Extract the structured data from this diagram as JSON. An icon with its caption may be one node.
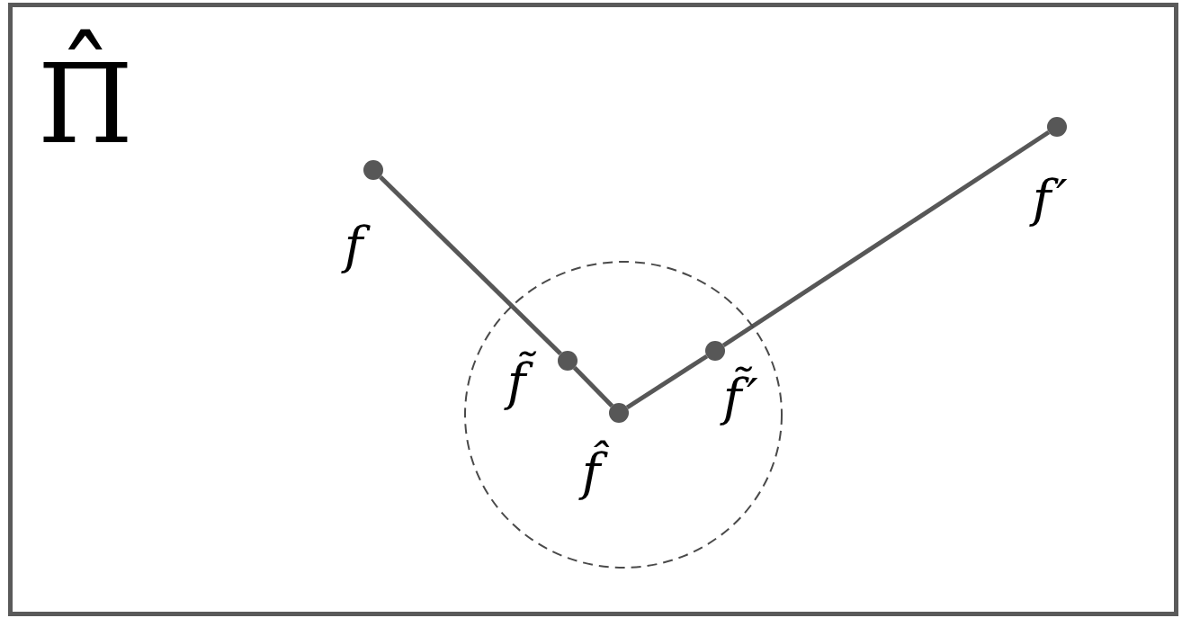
{
  "diagram": {
    "nodes": [
      {
        "text": [
          "Π̂"
        ]
      },
      {
        "text": [],
        "shape": "dot",
        "beside": [
          "f"
        ],
        "in": 0
      },
      {
        "text": [],
        "shape": "circle",
        "in": 0
      },
      {
        "text": [],
        "shape": "dot",
        "beside": [
          "f̃"
        ],
        "in": 2
      },
      {
        "text": [],
        "shape": "dot",
        "beside": [
          "f̂"
        ],
        "in": 2
      },
      {
        "text": [],
        "shape": "dot",
        "beside": [
          "f̃′"
        ],
        "in": 2
      },
      {
        "text": [],
        "shape": "dot",
        "beside": [
          "f′"
        ],
        "in": 0
      }
    ],
    "edges": [
      {
        "from": 1,
        "to": 3,
        "arrow": "none"
      },
      {
        "from": 3,
        "to": 4,
        "arrow": "none"
      },
      {
        "from": 4,
        "to": 5,
        "arrow": "none"
      },
      {
        "from": 5,
        "to": 6,
        "arrow": "none"
      }
    ]
  }
}
